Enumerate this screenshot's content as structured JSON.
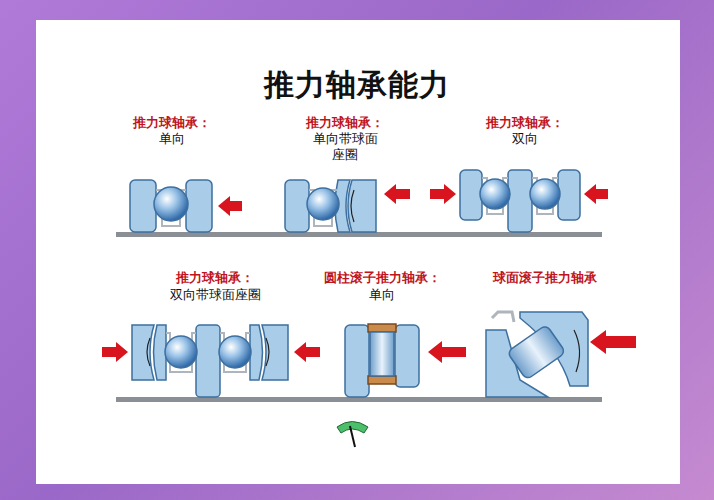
{
  "diagram": {
    "title": "推力轴承能力",
    "labels": [
      "推力球轴承：",
      "单向",
      "推力球轴承：",
      "单向带球面座圈",
      "推力球轴承：",
      "双向",
      "推力球轴承：",
      "双向带球面座圈",
      "圆柱滚子推力轴承：",
      "单向",
      "球面滚子推力轴承"
    ]
  }
}
